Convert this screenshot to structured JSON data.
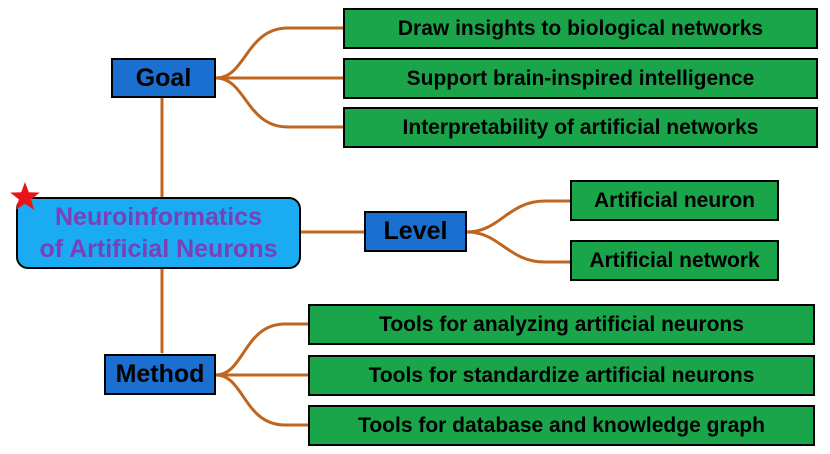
{
  "colors": {
    "leaf_fill": "#1aa54a",
    "category_fill": "#1a6fd0",
    "root_fill": "#1aabf2",
    "root_text": "#7d3fb8",
    "connector": "#c0651e",
    "star": "#e8141a"
  },
  "root": {
    "line1": "Neuroinformatics",
    "line2": "of Artificial Neurons",
    "marker_icon": "star-icon"
  },
  "goal": {
    "label": "Goal",
    "items": [
      "Draw insights to biological networks",
      "Support brain-inspired intelligence",
      "Interpretability of artificial networks"
    ]
  },
  "level": {
    "label": "Level",
    "items": [
      "Artificial neuron",
      "Artificial network"
    ]
  },
  "method": {
    "label": "Method",
    "items": [
      "Tools for analyzing artificial neurons",
      "Tools for standardize artificial neurons",
      "Tools for database and knowledge graph"
    ]
  }
}
